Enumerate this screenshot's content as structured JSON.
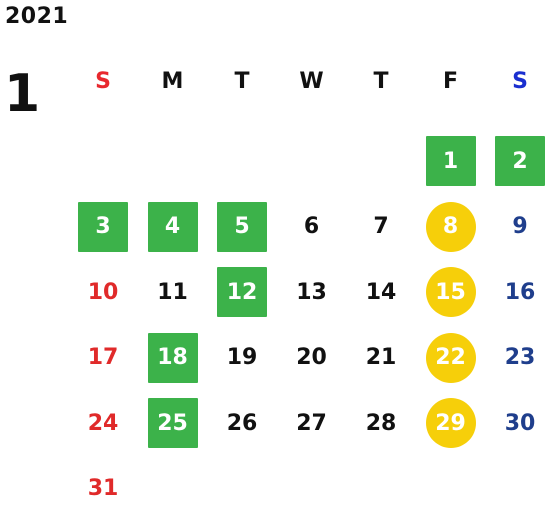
{
  "year": "2021",
  "month": "1",
  "weekdays": [
    {
      "label": "S",
      "type": "sun"
    },
    {
      "label": "M",
      "type": ""
    },
    {
      "label": "T",
      "type": ""
    },
    {
      "label": "W",
      "type": ""
    },
    {
      "label": "T",
      "type": ""
    },
    {
      "label": "F",
      "type": ""
    },
    {
      "label": "S",
      "type": "sat"
    }
  ],
  "colors": {
    "sunday_header": "#e8282e",
    "saturday_header": "#1a2fd0",
    "sunday_day": "#e02a2a",
    "saturday_day": "#1f3e8c",
    "green_mark": "#3cb24a",
    "yellow_mark": "#f6cf0a"
  },
  "days": [
    {
      "day": "1",
      "col": 5,
      "row": 0,
      "type": "",
      "mark": "green"
    },
    {
      "day": "2",
      "col": 6,
      "row": 0,
      "type": "sat",
      "mark": "green"
    },
    {
      "day": "3",
      "col": 0,
      "row": 1,
      "type": "sun",
      "mark": "green"
    },
    {
      "day": "4",
      "col": 1,
      "row": 1,
      "type": "",
      "mark": "green"
    },
    {
      "day": "5",
      "col": 2,
      "row": 1,
      "type": "",
      "mark": "green"
    },
    {
      "day": "6",
      "col": 3,
      "row": 1,
      "type": "",
      "mark": ""
    },
    {
      "day": "7",
      "col": 4,
      "row": 1,
      "type": "",
      "mark": ""
    },
    {
      "day": "8",
      "col": 5,
      "row": 1,
      "type": "",
      "mark": "yellow"
    },
    {
      "day": "9",
      "col": 6,
      "row": 1,
      "type": "sat",
      "mark": ""
    },
    {
      "day": "10",
      "col": 0,
      "row": 2,
      "type": "sun",
      "mark": ""
    },
    {
      "day": "11",
      "col": 1,
      "row": 2,
      "type": "",
      "mark": ""
    },
    {
      "day": "12",
      "col": 2,
      "row": 2,
      "type": "",
      "mark": "green"
    },
    {
      "day": "13",
      "col": 3,
      "row": 2,
      "type": "",
      "mark": ""
    },
    {
      "day": "14",
      "col": 4,
      "row": 2,
      "type": "",
      "mark": ""
    },
    {
      "day": "15",
      "col": 5,
      "row": 2,
      "type": "",
      "mark": "yellow"
    },
    {
      "day": "16",
      "col": 6,
      "row": 2,
      "type": "sat",
      "mark": ""
    },
    {
      "day": "17",
      "col": 0,
      "row": 3,
      "type": "sun",
      "mark": ""
    },
    {
      "day": "18",
      "col": 1,
      "row": 3,
      "type": "",
      "mark": "green"
    },
    {
      "day": "19",
      "col": 2,
      "row": 3,
      "type": "",
      "mark": ""
    },
    {
      "day": "20",
      "col": 3,
      "row": 3,
      "type": "",
      "mark": ""
    },
    {
      "day": "21",
      "col": 4,
      "row": 3,
      "type": "",
      "mark": ""
    },
    {
      "day": "22",
      "col": 5,
      "row": 3,
      "type": "",
      "mark": "yellow"
    },
    {
      "day": "23",
      "col": 6,
      "row": 3,
      "type": "sat",
      "mark": ""
    },
    {
      "day": "24",
      "col": 0,
      "row": 4,
      "type": "sun",
      "mark": ""
    },
    {
      "day": "25",
      "col": 1,
      "row": 4,
      "type": "",
      "mark": "green"
    },
    {
      "day": "26",
      "col": 2,
      "row": 4,
      "type": "",
      "mark": ""
    },
    {
      "day": "27",
      "col": 3,
      "row": 4,
      "type": "",
      "mark": ""
    },
    {
      "day": "28",
      "col": 4,
      "row": 4,
      "type": "",
      "mark": ""
    },
    {
      "day": "29",
      "col": 5,
      "row": 4,
      "type": "",
      "mark": "yellow"
    },
    {
      "day": "30",
      "col": 6,
      "row": 4,
      "type": "sat",
      "mark": ""
    },
    {
      "day": "31",
      "col": 0,
      "row": 5,
      "type": "sun",
      "mark": ""
    }
  ]
}
